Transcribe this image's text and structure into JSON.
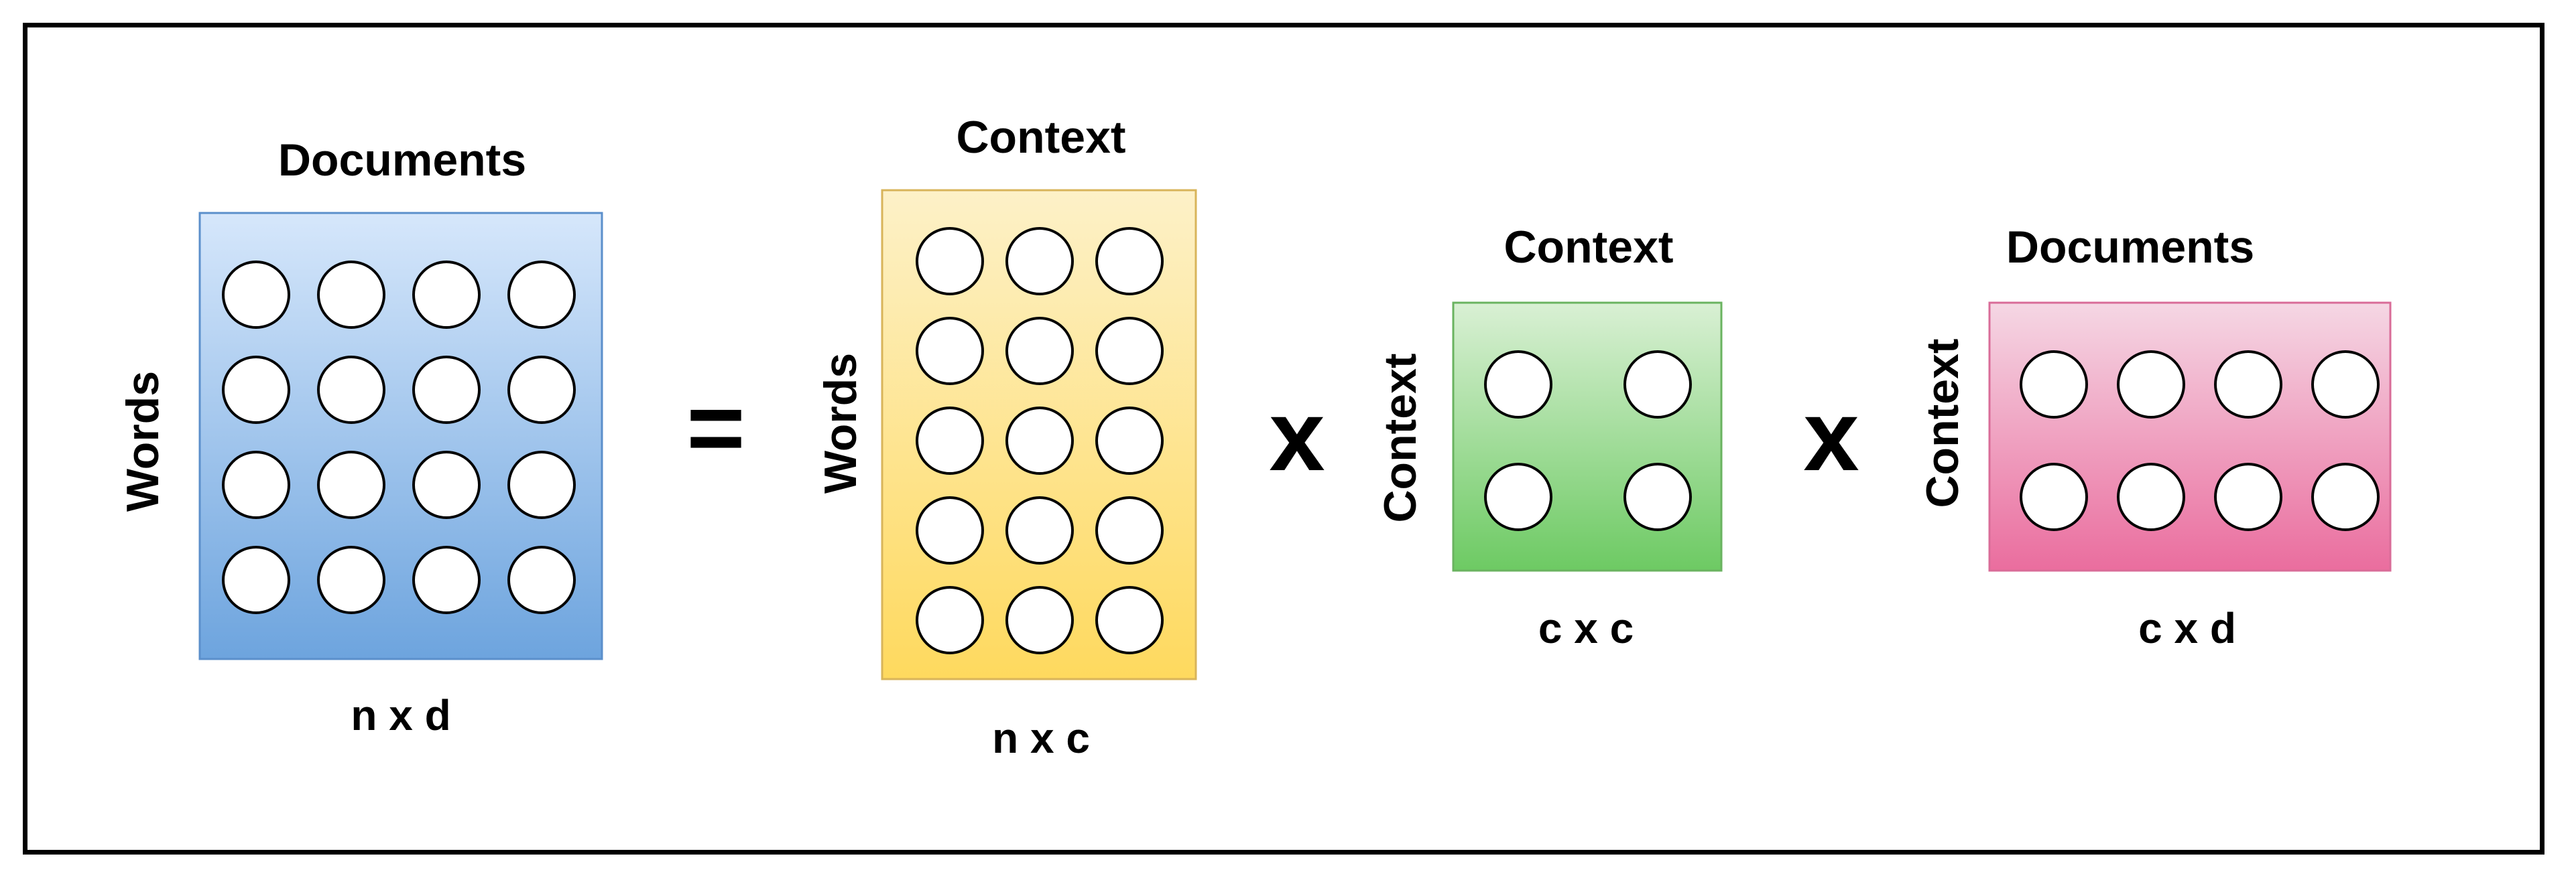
{
  "equals_sign": "=",
  "times_sign": "x",
  "matrices": [
    {
      "id": "words-documents",
      "top_label": "Documents",
      "side_label": "Words",
      "dims": "n x d",
      "rows": 4,
      "cols": 4,
      "gradient": [
        "#d6e7fb",
        "#6da4de"
      ]
    },
    {
      "id": "words-context",
      "top_label": "Context",
      "side_label": "Words",
      "dims": "n x c",
      "rows": 5,
      "cols": 3,
      "gradient": [
        "#fdf1c8",
        "#fed95e"
      ]
    },
    {
      "id": "context-context",
      "top_label": "Context",
      "side_label": "Context",
      "dims": "c x c",
      "rows": 2,
      "cols": 2,
      "gradient": [
        "#d9f0d4",
        "#6dca63"
      ]
    },
    {
      "id": "context-documents",
      "top_label": "Documents",
      "side_label": "Context",
      "dims": "c x d",
      "rows": 2,
      "cols": 4,
      "gradient": [
        "#f5d7e4",
        "#ea6d9e"
      ]
    }
  ]
}
